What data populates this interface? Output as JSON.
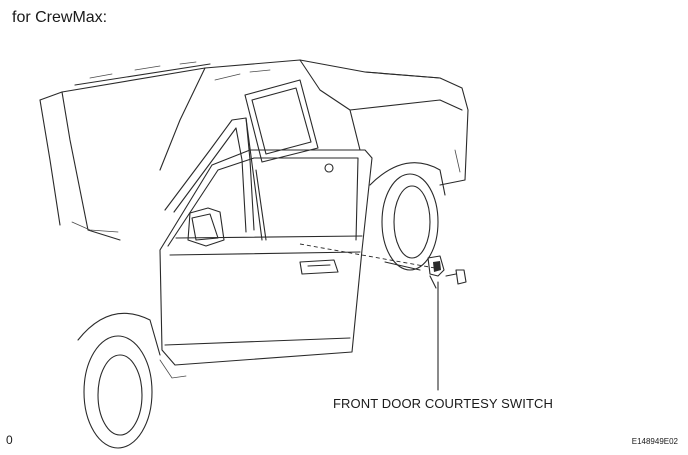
{
  "diagram": {
    "heading": "for CrewMax:",
    "callout_label": "FRONT DOOR COURTESY SWITCH",
    "page_marker": "0",
    "figure_code": "E148949E02"
  }
}
